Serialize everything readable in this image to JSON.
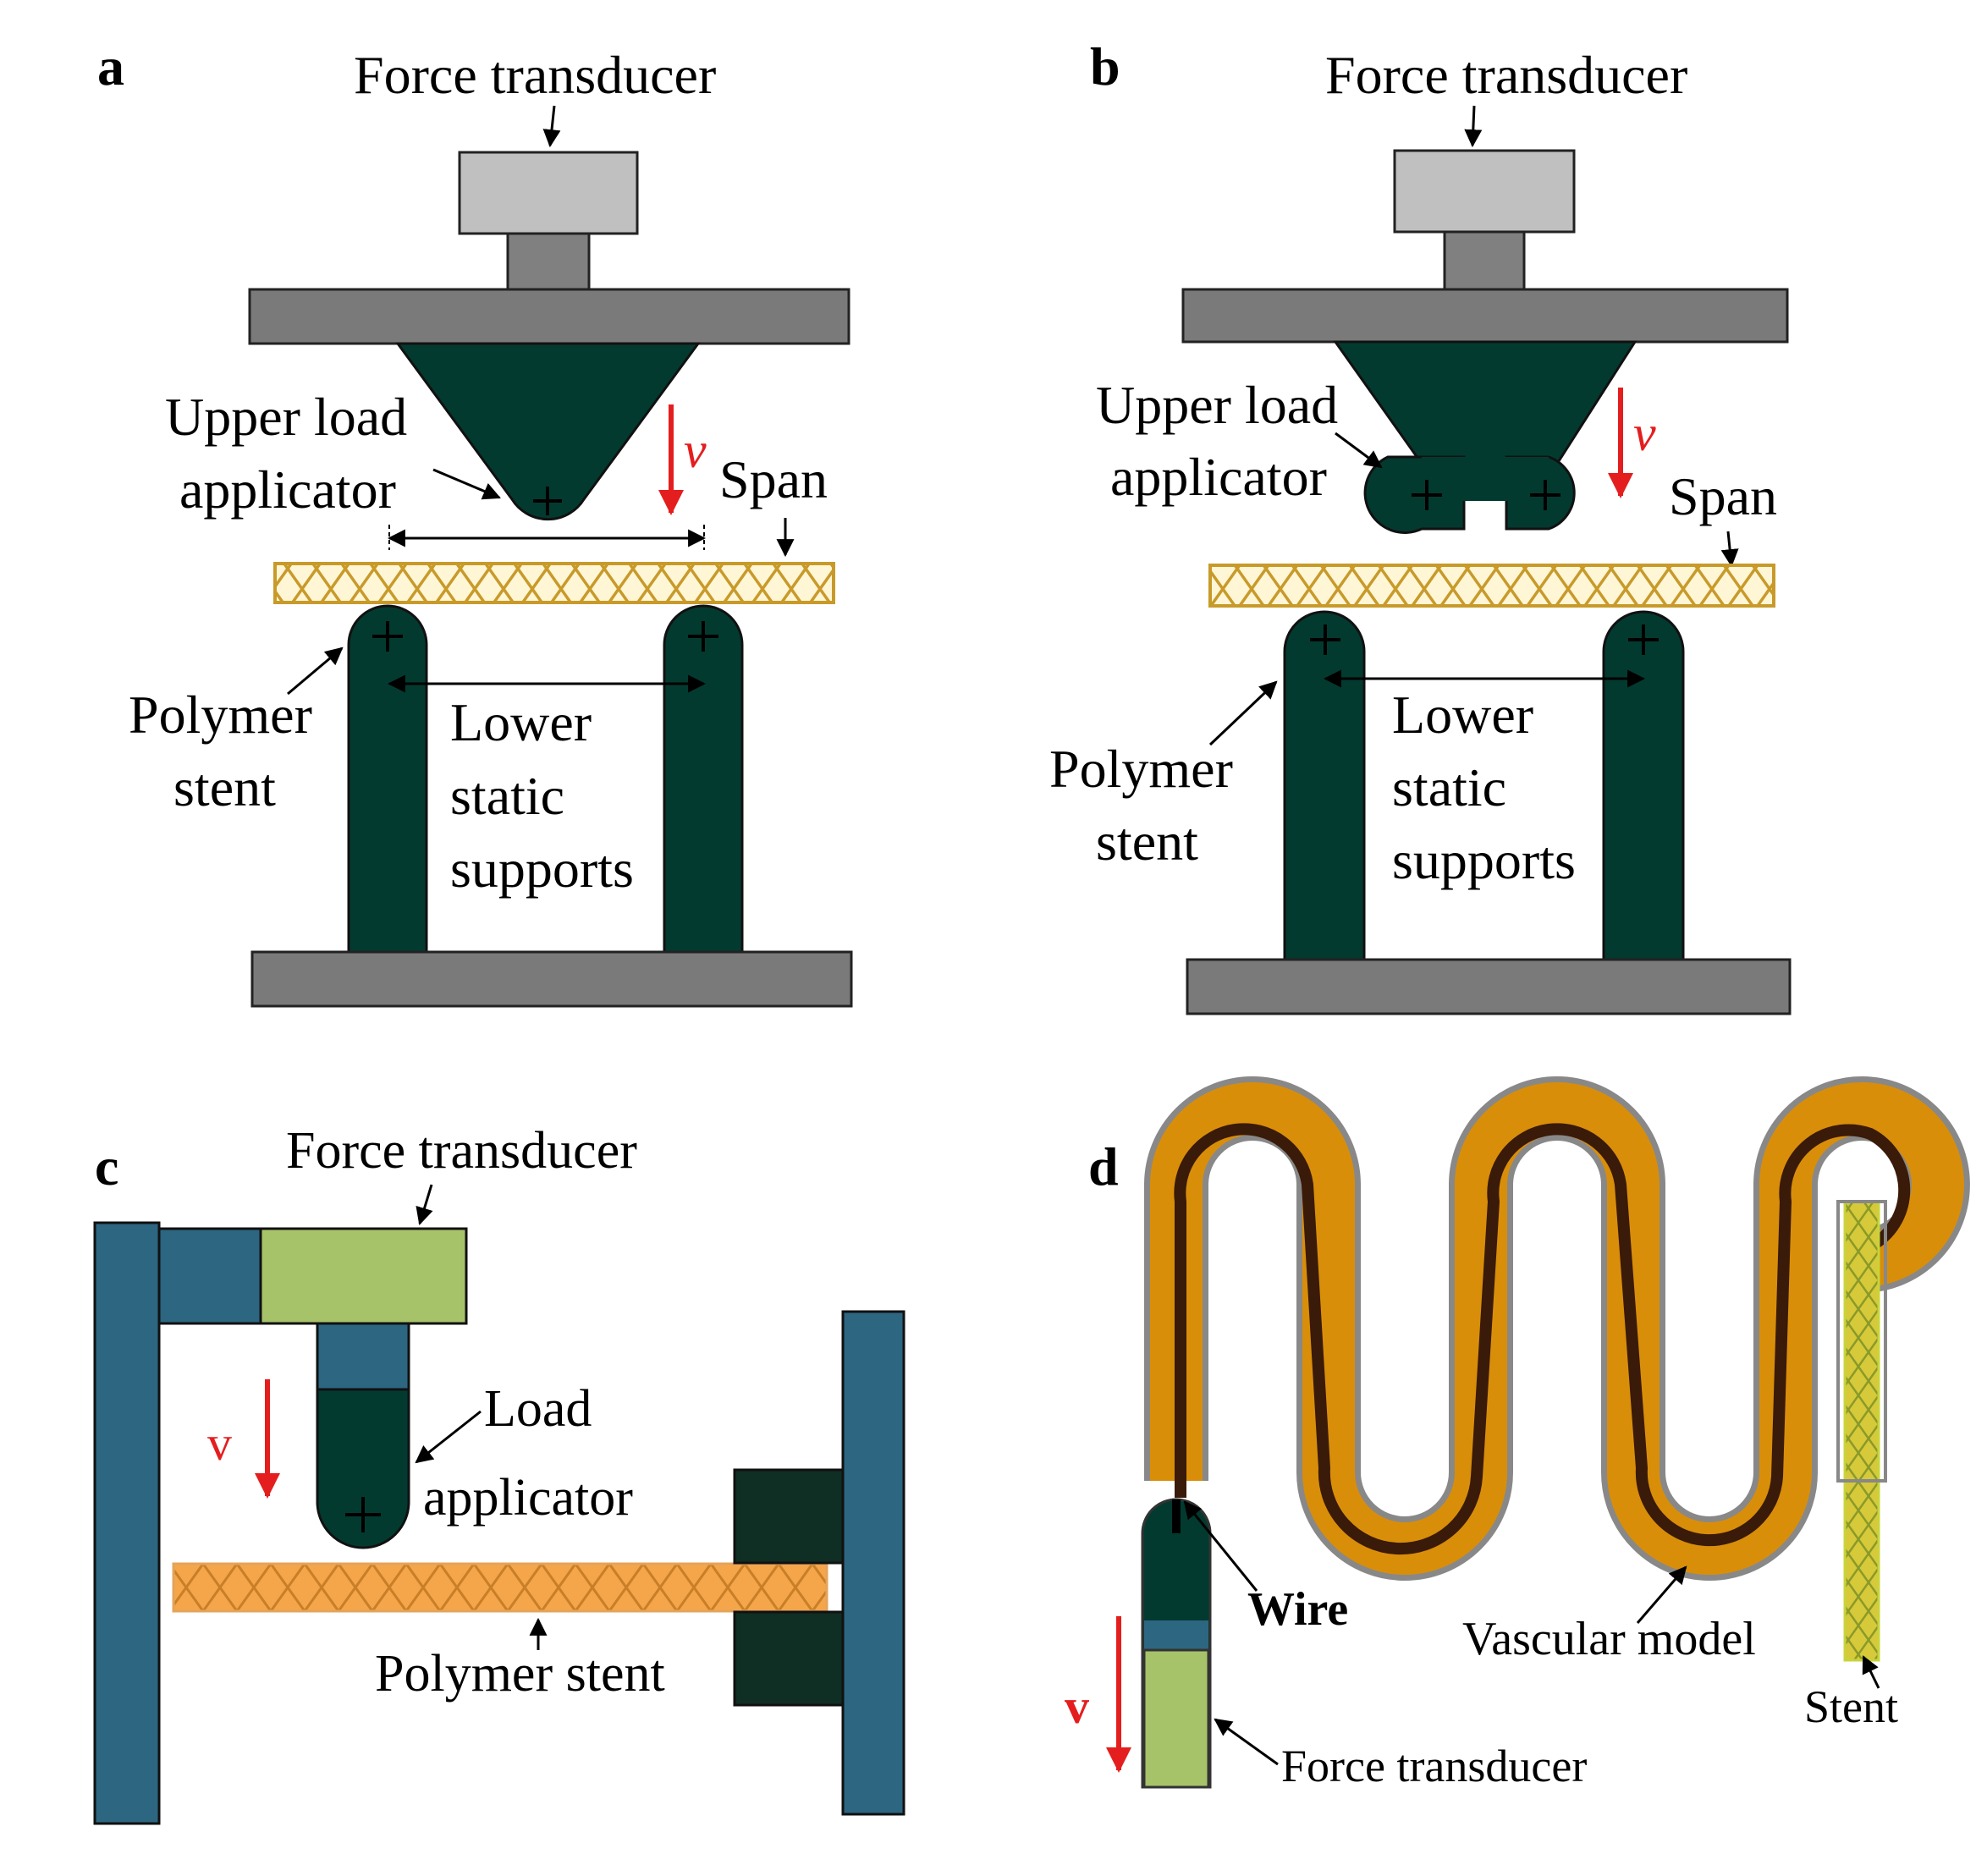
{
  "colors": {
    "dark_green": "#033a30",
    "grey_light": "#c0c0c0",
    "grey_mid": "#808080",
    "grey_plate": "#7a7a7a",
    "stent_gold": "#c89a2a",
    "stent_fill": "#fff2c4",
    "teal": "#2c6681",
    "green_sensor": "#a7c36a",
    "orange": "#d98e0a",
    "wire_brown": "#3a1a08",
    "red": "#e41e1e"
  },
  "panel_a": {
    "letter": "a",
    "force_transducer": "Force transducer",
    "upper_load_line1": "Upper load",
    "upper_load_line2": "applicator",
    "velocity": "v",
    "span": "Span",
    "polymer_line1": "Polymer",
    "polymer_line2": "stent",
    "lower_line1": "Lower",
    "lower_line2": "static",
    "lower_line3": "supports"
  },
  "panel_b": {
    "letter": "b",
    "force_transducer": "Force transducer",
    "upper_load_line1": "Upper load",
    "upper_load_line2": "applicator",
    "velocity": "v",
    "span": "Span",
    "polymer_line1": "Polymer",
    "polymer_line2": "stent",
    "lower_line1": "Lower",
    "lower_line2": "static",
    "lower_line3": "supports"
  },
  "panel_c": {
    "letter": "c",
    "force_transducer": "Force transducer",
    "load_line1": "Load",
    "load_line2": "applicator",
    "velocity": "v",
    "polymer_stent": "Polymer stent"
  },
  "panel_d": {
    "letter": "d",
    "wire": "Wire",
    "vascular_model": "Vascular model",
    "stent": "Stent",
    "velocity": "v",
    "force_transducer": "Force transducer"
  }
}
